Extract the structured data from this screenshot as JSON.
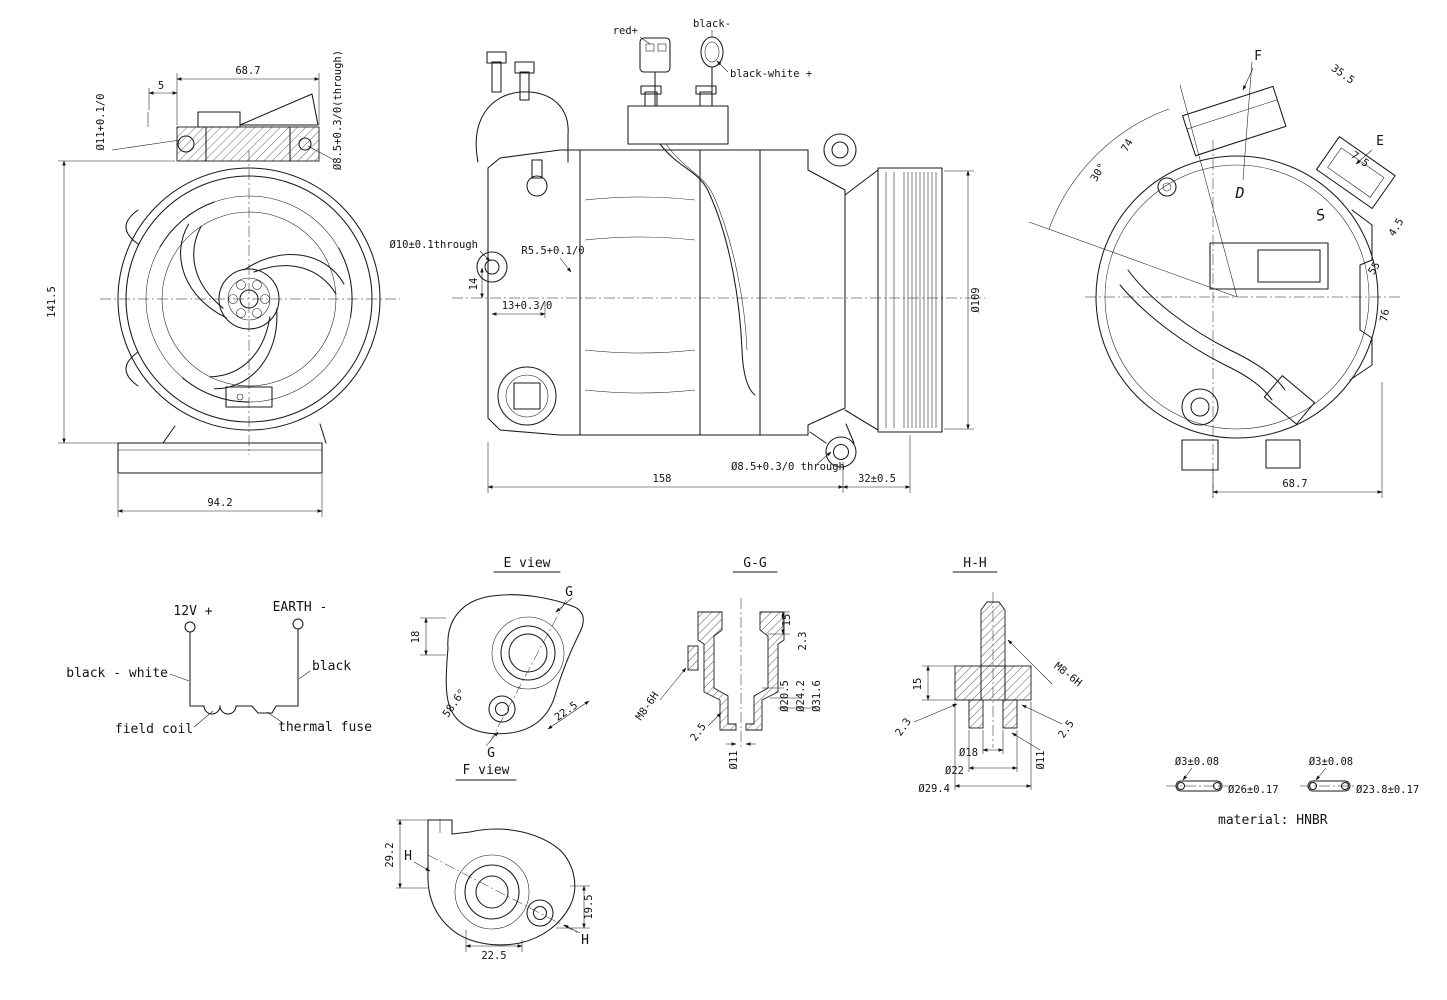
{
  "front_view": {
    "dim_top_width": "68.7",
    "dim_offset": "5",
    "dim_hole_left": "Ø11+0.1/0",
    "dim_hole_right": "Ø8.5+0.3/0(through)",
    "dim_height": "141.5",
    "dim_base_width": "94.2"
  },
  "side_view": {
    "label_red": "red+",
    "label_black": "black-",
    "label_black_white": "black-white +",
    "dim_hole_ear": "Ø10±0.1through",
    "dim_fillet": "R5.5+0.1/0",
    "dim_offset_14": "14",
    "dim_offset_13": "13+0.3/0",
    "dim_pulley_dia": "Ø109",
    "dim_hole_foot": "Ø8.5+0.3/0 through",
    "dim_length": "158",
    "dim_pulley_width": "32±0.5"
  },
  "rear_view": {
    "label_f": "F",
    "dim_35_5": "35.5",
    "dim_74": "74",
    "dim_30deg": "30°",
    "label_e": "E",
    "dim_7_5": "7.5",
    "label_d": "D",
    "label_s": "S",
    "dim_4_5": "4.5",
    "dim_55": "55",
    "dim_76": "76",
    "dim_base_width": "68.7"
  },
  "schematic": {
    "terminal_positive": "12V +",
    "terminal_earth": "EARTH -",
    "wire_black_white": "black - white",
    "wire_black": "black",
    "label_field_coil": "field coil",
    "label_thermal_fuse": "thermal fuse"
  },
  "e_view": {
    "title": "E view",
    "label_g_top": "G",
    "label_g_bottom": "G",
    "dim_18": "18",
    "dim_angle": "58.6°",
    "dim_22_5": "22.5"
  },
  "gg_section": {
    "title": "G-G",
    "dim_15": "15",
    "dim_2_3": "2.3",
    "dim_bore_1": "Ø20.5",
    "dim_bore_2": "Ø24.2",
    "dim_bore_3": "Ø31.6",
    "thread": "M8-6H",
    "dim_2_5": "2.5",
    "dim_11": "Ø11"
  },
  "hh_section": {
    "title": "H-H",
    "dim_15": "15",
    "thread": "M8-6H",
    "dim_2_3": "2.3",
    "dim_2_5": "2.5",
    "dim_18": "Ø18",
    "dim_22": "Ø22",
    "dim_29_4": "Ø29.4",
    "dim_11": "Ø11"
  },
  "f_view": {
    "title": "F view",
    "dim_29_2": "29.2",
    "label_h_top": "H",
    "label_h_bottom": "H",
    "dim_19_5": "19.5",
    "dim_22_5": "22.5"
  },
  "orings": {
    "oring1_cord": "Ø3±0.08",
    "oring1_dia": "Ø26±0.17",
    "oring2_cord": "Ø3±0.08",
    "oring2_dia": "Ø23.8±0.17",
    "material_note": "material: HNBR"
  }
}
